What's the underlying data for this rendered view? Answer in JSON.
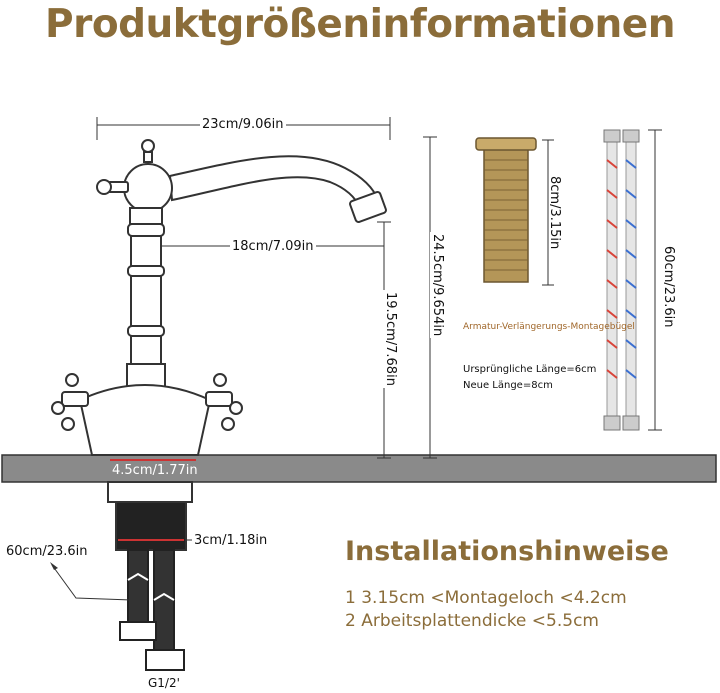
{
  "title": "Produktgrößeninformationen",
  "dimensions": {
    "width_total": "23cm/9.06in",
    "spout_reach": "18cm/7.09in",
    "total_height": "24.5cm/9.654in",
    "spout_height": "19.5cm/7.68in",
    "base_diameter": "4.5cm/1.77in",
    "thread_length": "3cm/1.18in",
    "hose_length_left": "60cm/23.6in",
    "connector": "G1/2'"
  },
  "extension": {
    "length": "8cm/3.15in",
    "caption": "Armatur-Verlängerungs-Montagebügel",
    "original_length": "Ursprüngliche Länge=6cm",
    "new_length": "Neue Länge=8cm"
  },
  "hose": {
    "length": "60cm/23.6in"
  },
  "installation": {
    "title": "Installationshinweise",
    "line1": "1 3.15cm <Montageloch <4.2cm",
    "line2": "2 Arbeitsplattendicke <5.5cm"
  },
  "colors": {
    "heading": "#8b6d3a",
    "counter": "#7a7a7a",
    "brass": "#b49658",
    "hot_stripe": "#d9443a",
    "cold_stripe": "#3b6fd1"
  }
}
